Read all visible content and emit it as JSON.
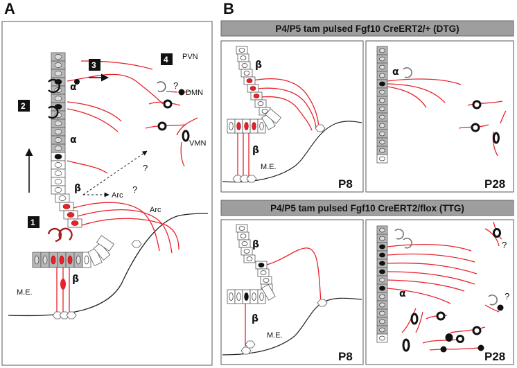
{
  "panels": {
    "a": {
      "letter": "A",
      "labels": {
        "pvn": "PVN",
        "dmn": "DMN",
        "vmn": "VMN",
        "arc_1": "Arc",
        "arc_2": "Arc",
        "me": "M.E.",
        "alpha_1": "α",
        "alpha_2": "α",
        "beta_1": "β",
        "beta_2": "β",
        "q_1": "?",
        "q_2": "?",
        "q_3": "?"
      },
      "steps": [
        "1",
        "2",
        "3",
        "4"
      ]
    },
    "b": {
      "letter": "B",
      "top": {
        "header": "P4/P5 tam pulsed Fgf10 CreERT2/+ (DTG)",
        "left": {
          "beta_1": "β",
          "beta_2": "β",
          "me": "M.E.",
          "age": "P8"
        },
        "right": {
          "alpha": "α",
          "age": "P28"
        }
      },
      "bottom": {
        "header": "P4/P5 tam pulsed Fgf10 CreERT2/flox (TTG)",
        "left": {
          "beta_1": "β",
          "beta_2": "β",
          "me": "M.E.",
          "age": "P8"
        },
        "right": {
          "alpha": "α",
          "q_1": "?",
          "q_2": "?",
          "age": "P28"
        }
      }
    }
  },
  "colors": {
    "fiber_red": "#e8212a",
    "dark_red": "#a51c1c",
    "cell_gray": "#b7b7b7",
    "header_gray": "#9e9e9e",
    "nucleus_black": "#111111"
  }
}
